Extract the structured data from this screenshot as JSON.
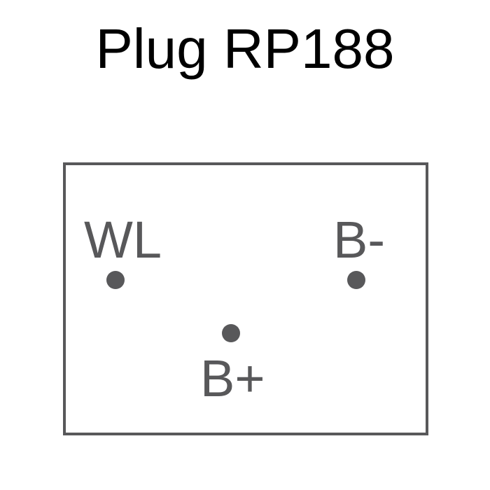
{
  "title": "Plug RP188",
  "pins": {
    "wl": "WL",
    "b_minus": "B-",
    "b_plus": "B+"
  },
  "colors": {
    "title_text": "#000000",
    "diagram_gray": "#58585a",
    "background": "#ffffff"
  }
}
